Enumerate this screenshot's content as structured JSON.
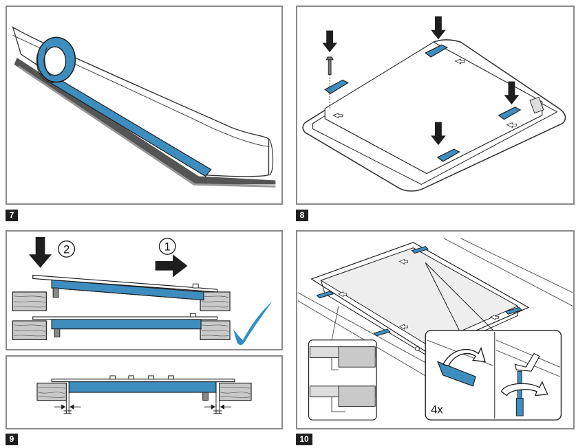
{
  "steps": [
    {
      "number": "7"
    },
    {
      "number": "8"
    },
    {
      "number": "9"
    },
    {
      "number": "10",
      "count_label": "4x"
    }
  ],
  "step9_top": {
    "order_1": "1",
    "order_2": "2"
  },
  "colors": {
    "accent_blue": "#3d8ebf",
    "frame_gray": "#8a8a8a",
    "ink": "#1e1e1e",
    "check_blue": "#2f8fc4"
  }
}
